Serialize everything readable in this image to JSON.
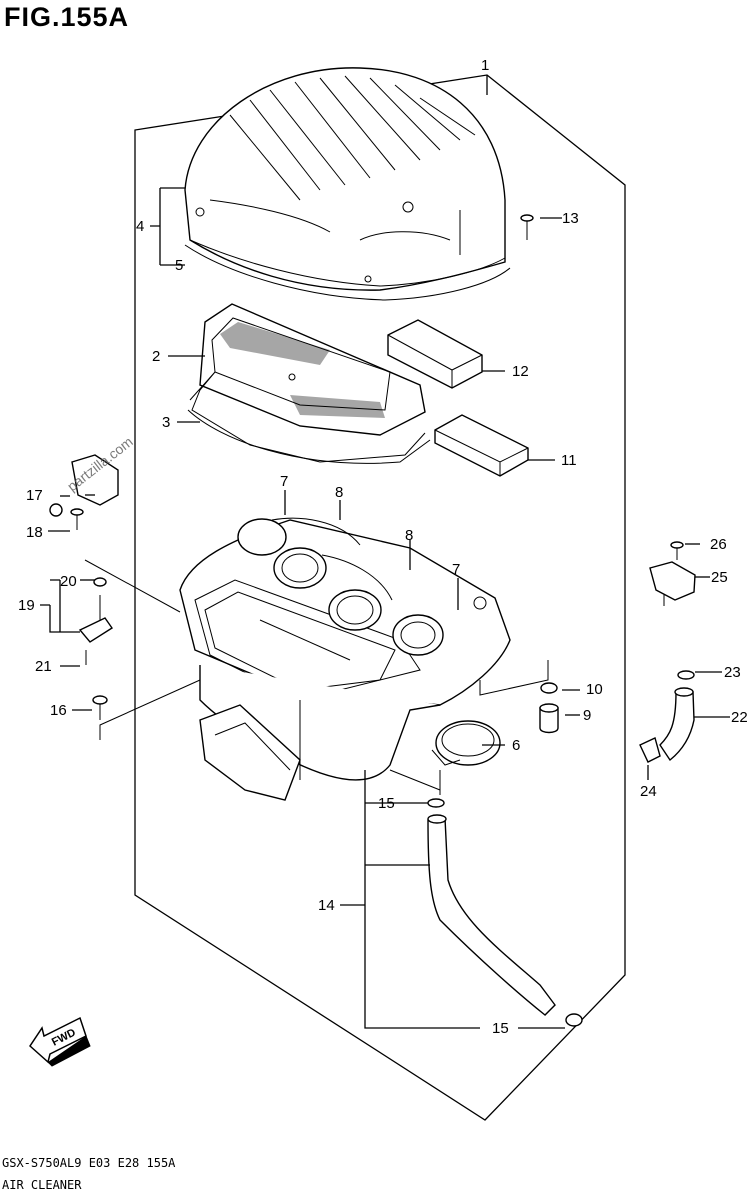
{
  "figure": {
    "title": "FIG.155A",
    "footer_code": "GSX-S750AL9  E03  E28  155A",
    "footer_name": "AIR CLEANER",
    "watermark": "partzilla.com",
    "fwd_label": "FWD"
  },
  "callouts": [
    "1",
    "2",
    "3",
    "4",
    "5",
    "6",
    "7",
    "8",
    "8",
    "7",
    "9",
    "10",
    "11",
    "12",
    "13",
    "14",
    "15",
    "15",
    "16",
    "17",
    "18",
    "19",
    "20",
    "21",
    "22",
    "23",
    "24",
    "25",
    "26"
  ]
}
